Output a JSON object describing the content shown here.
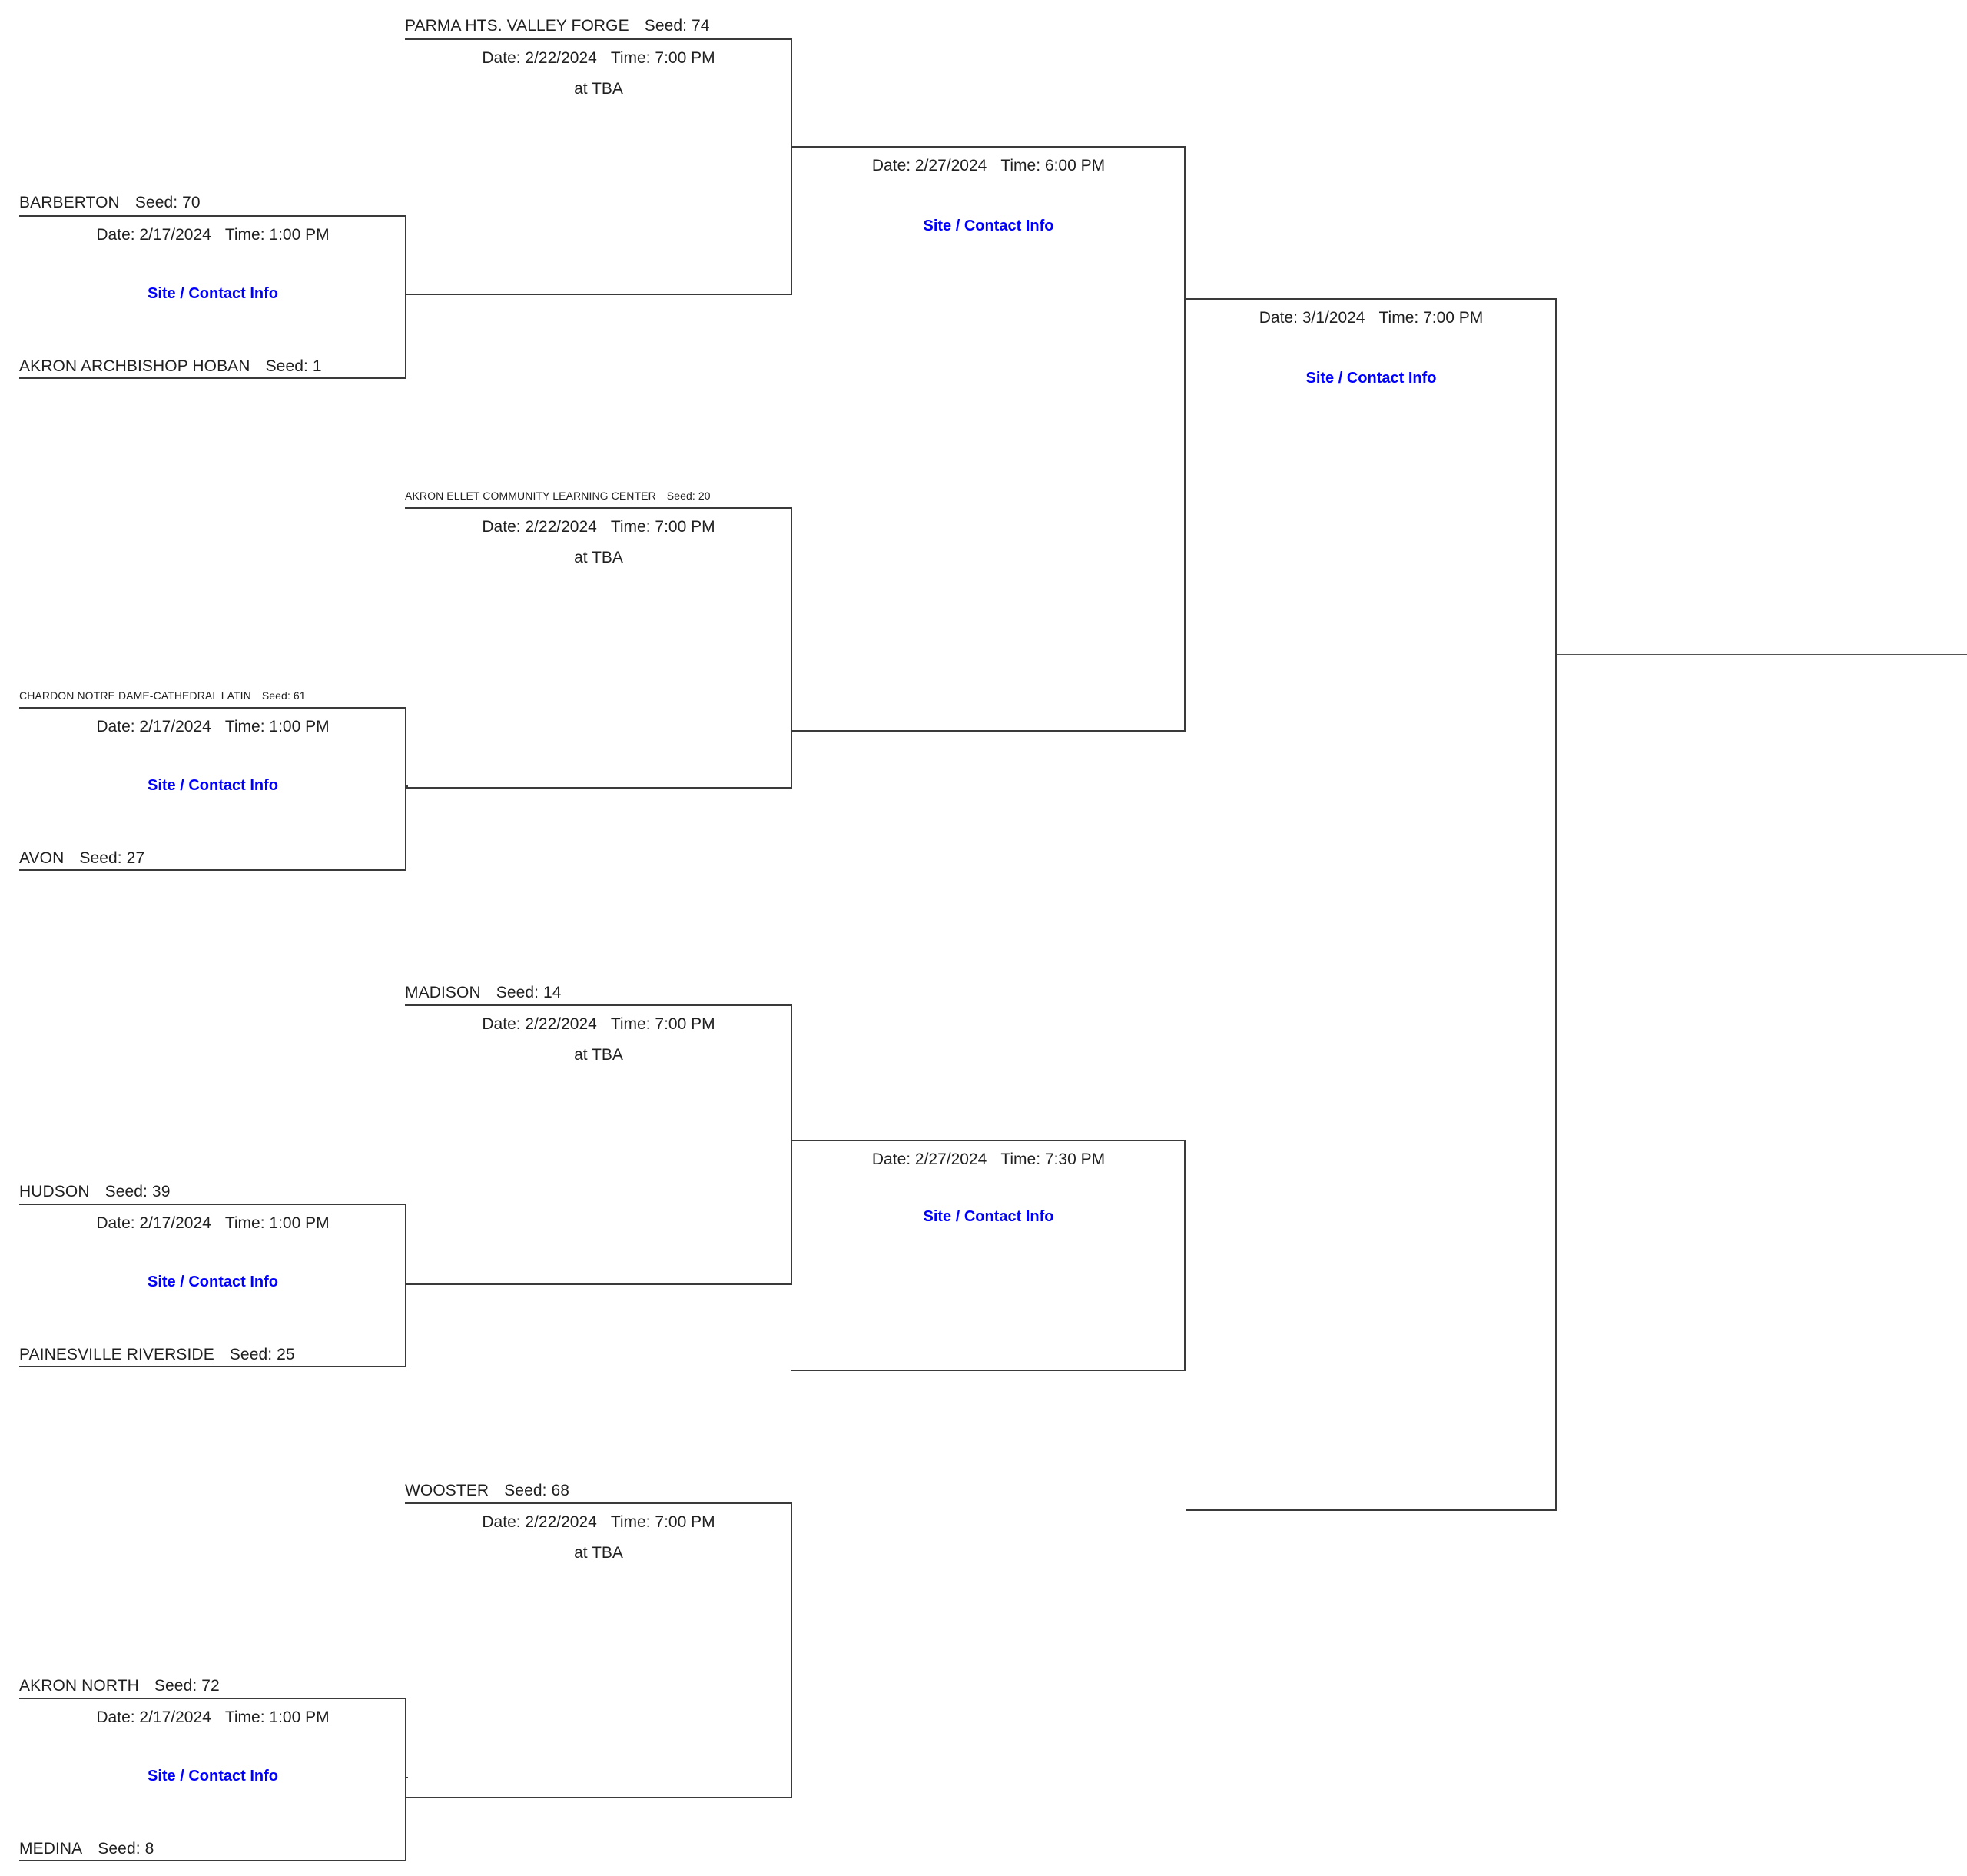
{
  "bracket": {
    "labels": {
      "date_prefix": "Date:",
      "time_prefix": "Time:",
      "at_prefix": "at",
      "seed_prefix": "Seed:",
      "site_link": "Site / Contact Info"
    },
    "teams": {
      "parma_hts_valley_forge": {
        "name": "PARMA HTS. VALLEY FORGE",
        "seed": "Seed: 74"
      },
      "barberton": {
        "name": "BARBERTON",
        "seed": "Seed: 70"
      },
      "akron_archbishop_hoban": {
        "name": "AKRON ARCHBISHOP HOBAN",
        "seed": "Seed: 1"
      },
      "akron_ellet": {
        "name": "AKRON ELLET COMMUNITY LEARNING CENTER",
        "seed": "Seed: 20"
      },
      "chardon_ndcl": {
        "name": "CHARDON NOTRE DAME-CATHEDRAL LATIN",
        "seed": "Seed: 61"
      },
      "avon": {
        "name": "AVON",
        "seed": "Seed: 27"
      },
      "madison": {
        "name": "MADISON",
        "seed": "Seed: 14"
      },
      "hudson": {
        "name": "HUDSON",
        "seed": "Seed: 39"
      },
      "painesville_riverside": {
        "name": "PAINESVILLE RIVERSIDE",
        "seed": "Seed: 25"
      },
      "wooster": {
        "name": "WOOSTER",
        "seed": "Seed: 68"
      },
      "akron_north": {
        "name": "AKRON NORTH",
        "seed": "Seed: 72"
      },
      "medina": {
        "name": "MEDINA",
        "seed": "Seed: 8"
      }
    },
    "games": {
      "r1_g1": {
        "date": "Date: 2/17/2024",
        "time": "Time: 1:00 PM",
        "site": "Site / Contact Info"
      },
      "r1_g2": {
        "date": "Date: 2/17/2024",
        "time": "Time: 1:00 PM",
        "site": "Site / Contact Info"
      },
      "r1_g3": {
        "date": "Date: 2/17/2024",
        "time": "Time: 1:00 PM",
        "site": "Site / Contact Info"
      },
      "r1_g4": {
        "date": "Date: 2/17/2024",
        "time": "Time: 1:00 PM",
        "site": "Site / Contact Info"
      },
      "r2_g1": {
        "date": "Date: 2/22/2024",
        "time": "Time: 7:00 PM",
        "venue": "at TBA"
      },
      "r2_g2": {
        "date": "Date: 2/22/2024",
        "time": "Time: 7:00 PM",
        "venue": "at TBA"
      },
      "r2_g3": {
        "date": "Date: 2/22/2024",
        "time": "Time: 7:00 PM",
        "venue": "at TBA"
      },
      "r2_g4": {
        "date": "Date: 2/22/2024",
        "time": "Time: 7:00 PM",
        "venue": "at TBA"
      },
      "r3_g1": {
        "date": "Date: 2/27/2024",
        "time": "Time: 6:00 PM",
        "site": "Site / Contact Info"
      },
      "r3_g2": {
        "date": "Date: 2/27/2024",
        "time": "Time: 7:30 PM",
        "site": "Site / Contact Info"
      },
      "r4_g1": {
        "date": "Date: 3/1/2024",
        "time": "Time: 7:00 PM",
        "site": "Site / Contact Info"
      }
    },
    "colors": {
      "line": "#3a3a3a",
      "text": "#1f1f1f",
      "link": "#0000ff"
    }
  }
}
